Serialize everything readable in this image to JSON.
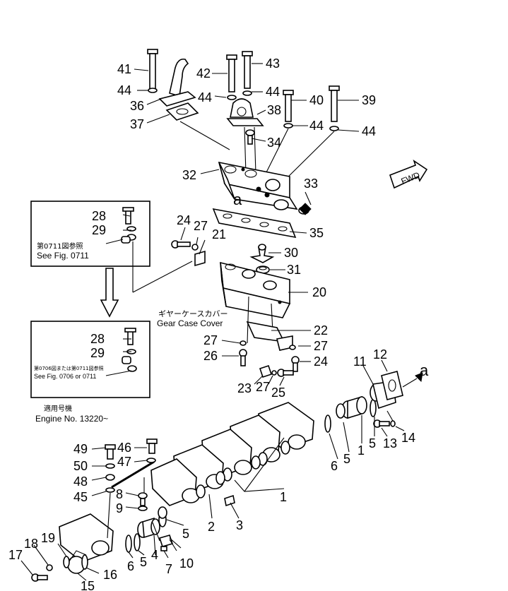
{
  "callouts": {
    "n1": "1",
    "n2": "2",
    "n3": "3",
    "n4": "4",
    "n5": "5",
    "n6": "6",
    "n7": "7",
    "n8": "8",
    "n9": "9",
    "n10": "10",
    "n11": "11",
    "n12": "12",
    "n13": "13",
    "n14": "14",
    "n15": "15",
    "n16": "16",
    "n17": "17",
    "n18": "18",
    "n19": "19",
    "n20": "20",
    "n21": "21",
    "n22": "22",
    "n23": "23",
    "n24": "24",
    "n25": "25",
    "n26": "26",
    "n27": "27",
    "n28": "28",
    "n29": "29",
    "n30": "30",
    "n31": "31",
    "n32": "32",
    "n33": "33",
    "n34": "34",
    "n35": "35",
    "n36": "36",
    "n37": "37",
    "n38": "38",
    "n39": "39",
    "n40": "40",
    "n41": "41",
    "n42": "42",
    "n43": "43",
    "n44": "44",
    "n45": "45",
    "n46": "46",
    "n47": "47",
    "n48": "48",
    "n49": "49",
    "n50": "50"
  },
  "connector": "a",
  "fwd": "FWD",
  "inset_top": {
    "ref_jp": "第0711図参照",
    "ref_en": "See Fig. 0711"
  },
  "inset_bottom": {
    "ref_jp": "第0706図または第0711図参照",
    "ref_en": "See Fig. 0706  or 0711"
  },
  "gear_case_cover": {
    "jp": "ギヤーケースカバー",
    "en": "Gear  Case  Cover"
  },
  "applicable": {
    "jp": "適用号機",
    "en": "Engine No. 13220~"
  }
}
